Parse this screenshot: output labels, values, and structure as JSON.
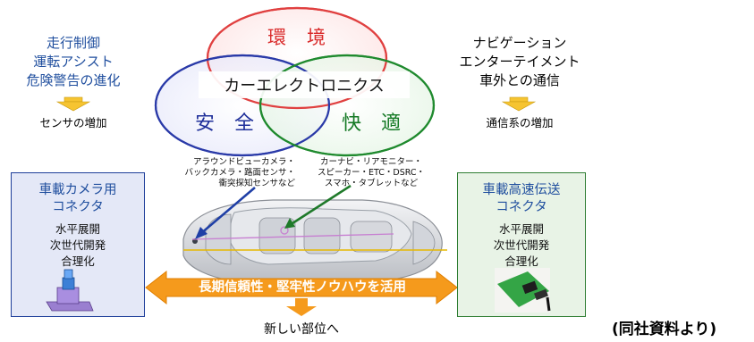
{
  "venn": {
    "top_label": "環　境",
    "center_label": "カーエレクトロニクス",
    "left_label": "安　全",
    "right_label": "快　適"
  },
  "left_side": {
    "lines": [
      "走行制御",
      "運転アシスト",
      "危険警告の進化"
    ],
    "result": "センサの増加"
  },
  "right_side": {
    "lines": [
      "ナビゲーション",
      "エンターテイメント",
      "車外との通信"
    ],
    "result": "通信系の増加"
  },
  "callouts": {
    "left": [
      "アラウンドビューカメラ・",
      "バックカメラ・路面センサ・",
      "衝突探知センサなど"
    ],
    "right": [
      "カーナビ・リアモニター・",
      "スピーカー・ETC・DSRC・",
      "スマホ・タブレットなど"
    ]
  },
  "left_box": {
    "title_lines": [
      "車載カメラ用",
      "コネクタ"
    ],
    "items": [
      "水平展開",
      "次世代開発",
      "合理化"
    ]
  },
  "right_box": {
    "title_lines": [
      "車載高速伝送",
      "コネクタ"
    ],
    "items": [
      "水平展開",
      "次世代開発",
      "合理化"
    ]
  },
  "banner": {
    "text": "長期信頼性・堅牢性ノウハウを活用"
  },
  "bottom_label": "新しい部位へ",
  "source": "(同社資料より)",
  "colors": {
    "red_circle": "#e04040",
    "blue_circle": "#2a3aa8",
    "green_circle": "#1f8a2e",
    "arrow_orange": "#f59a1c",
    "small_arrow_yellow": "#f6c431"
  }
}
